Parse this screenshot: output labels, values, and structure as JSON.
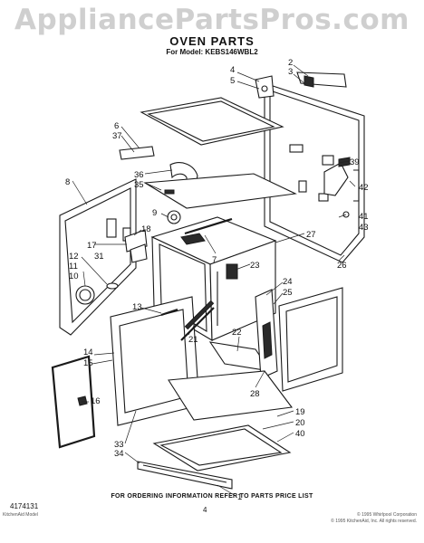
{
  "watermark": "AppliancePartsPros.com",
  "header": {
    "title": "OVEN PARTS",
    "model": "For Model: KEBS146WBL2"
  },
  "footer": {
    "code": "4174131",
    "page": "4",
    "note": "FOR ORDERING INFORMATION REFER TO PARTS PRICE LIST",
    "copyright_line1": "© 1995 Whirlpool Corporation",
    "copyright_line2": "© 1995 KitchenAid, Inc. All rights reserved.",
    "tiny": "KitchenAid Model"
  },
  "callouts": [
    "2",
    "3",
    "4",
    "5",
    "6",
    "37",
    "36",
    "35",
    "8",
    "9",
    "7",
    "39",
    "42",
    "41",
    "43",
    "27",
    "26",
    "18",
    "17",
    "31",
    "12",
    "11",
    "10",
    "23",
    "24",
    "25",
    "13",
    "21",
    "22",
    "14",
    "15",
    "28",
    "16",
    "19",
    "20",
    "40",
    "33",
    "34",
    "1"
  ],
  "colors": {
    "line": "#1a1a1a",
    "watermark": "#cfcfcf",
    "background": "#ffffff"
  }
}
